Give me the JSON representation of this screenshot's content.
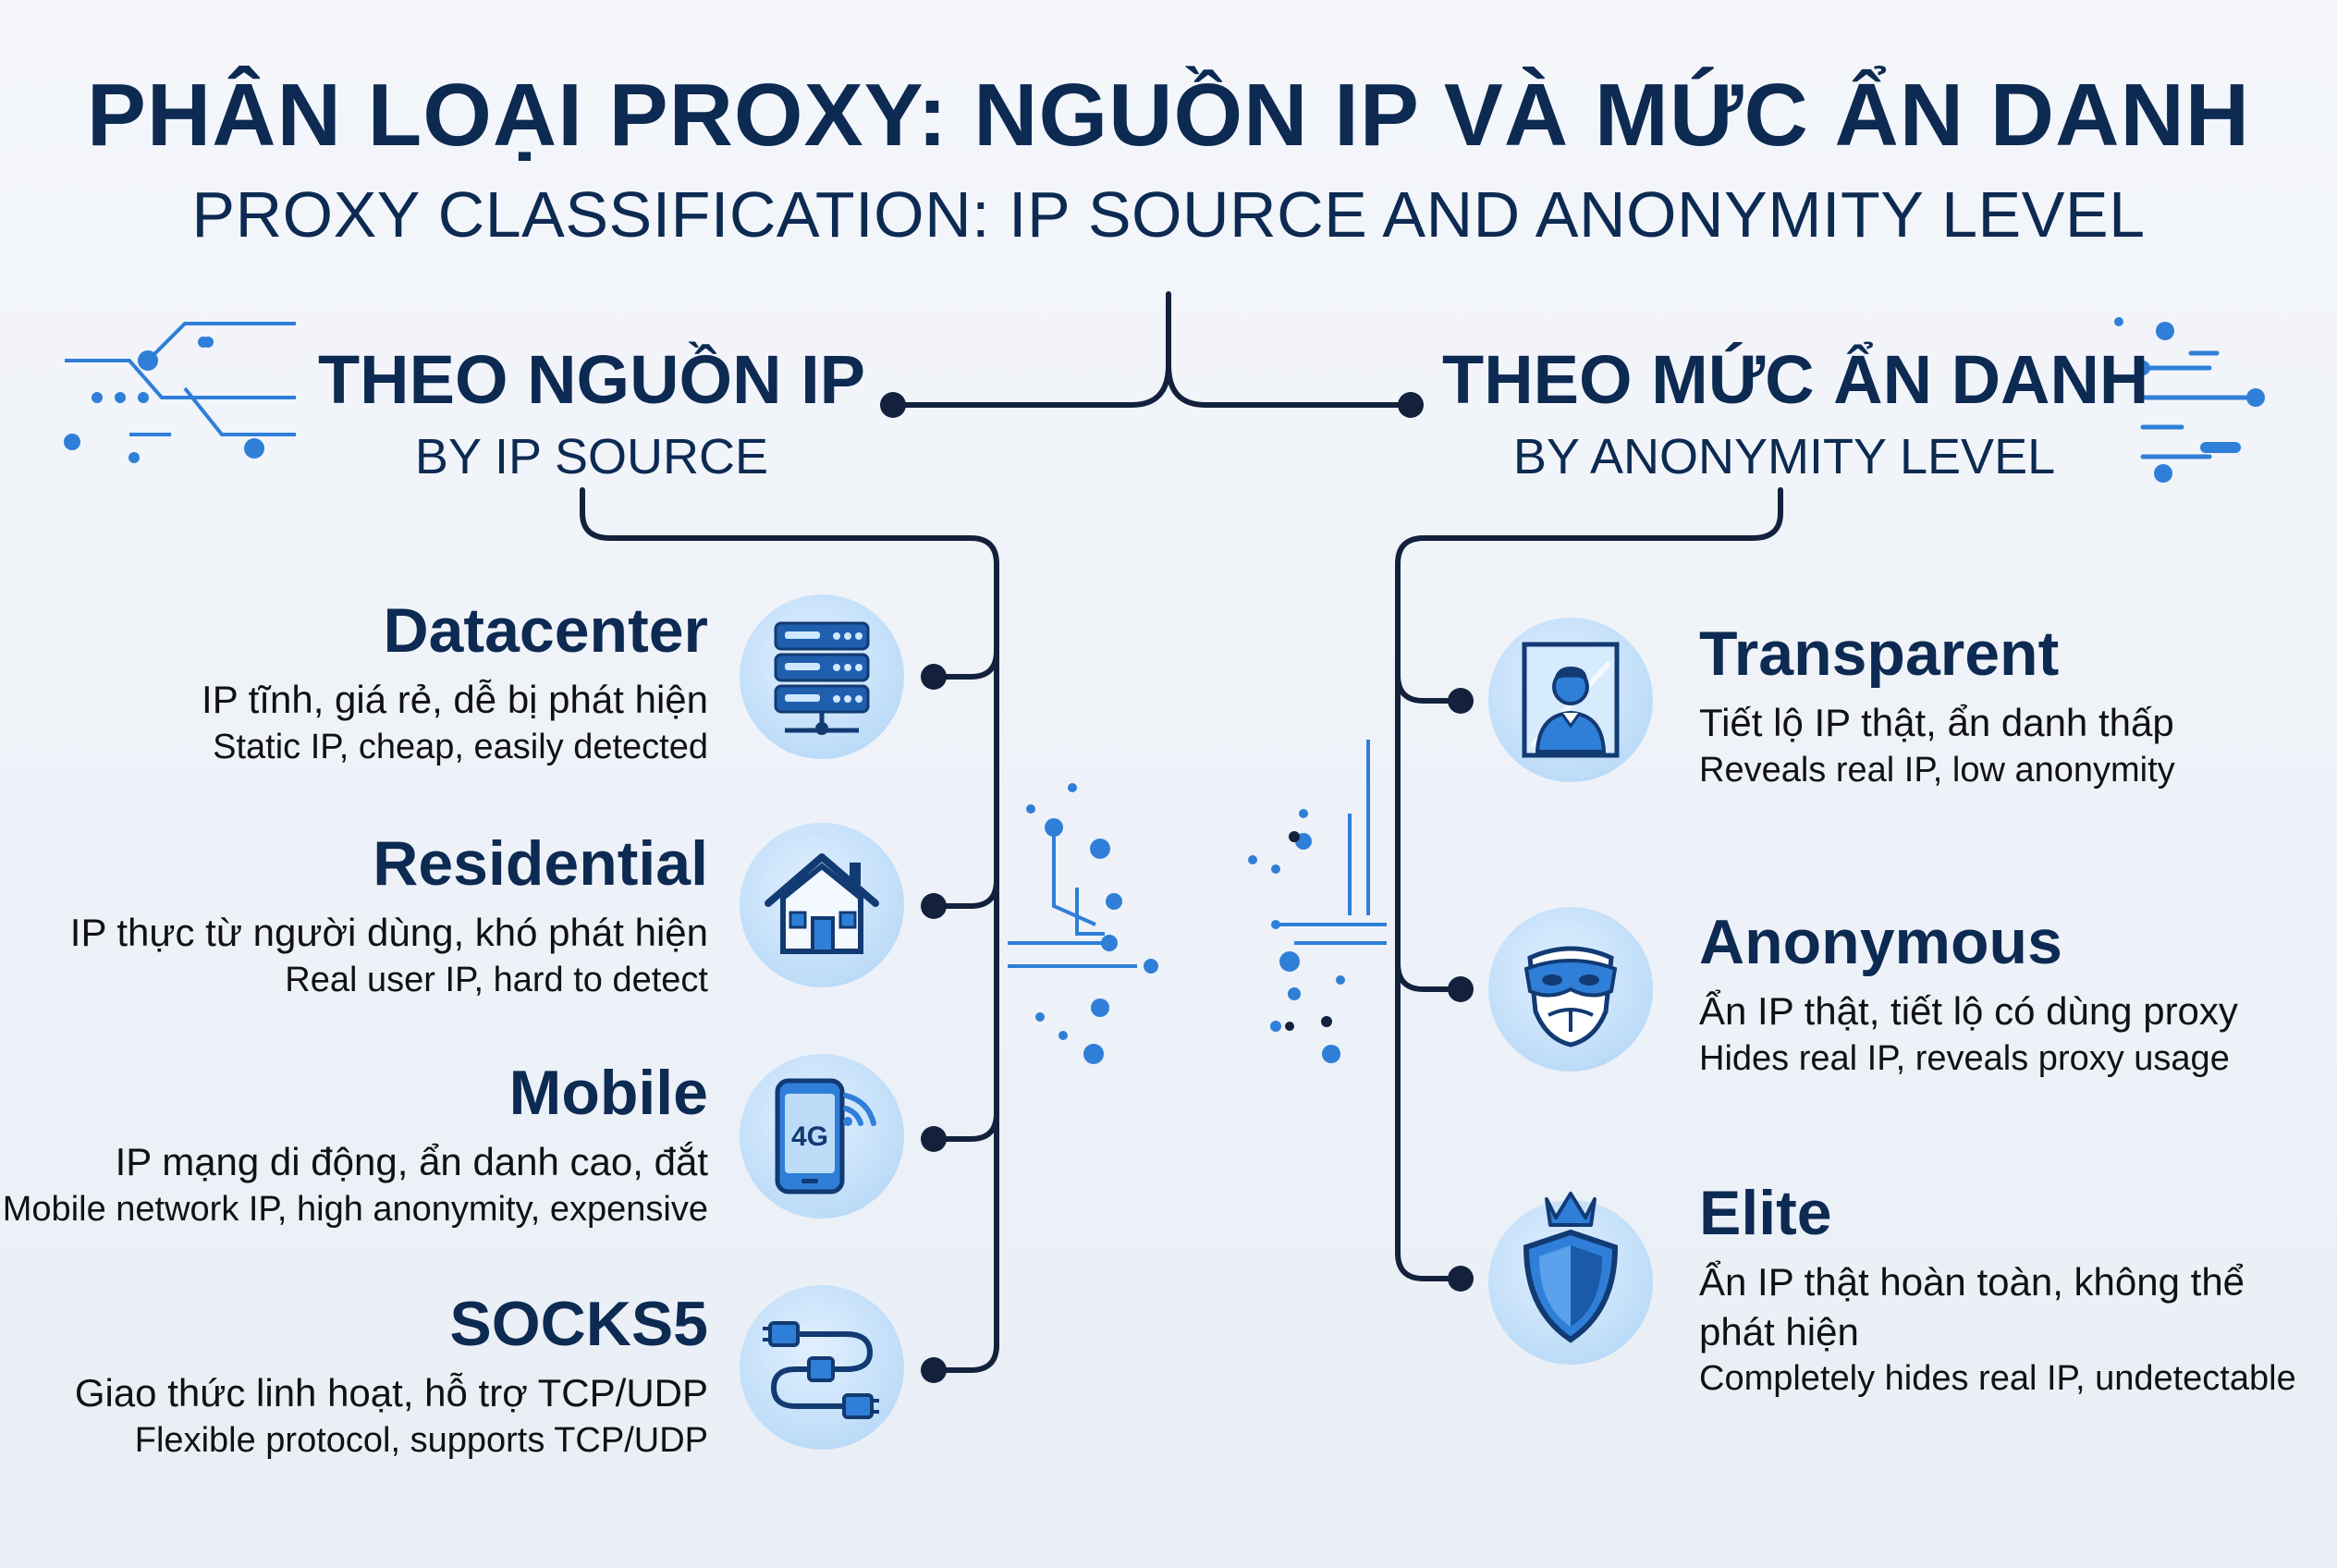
{
  "title": {
    "vietnamese": "PHÂN LOẠI PROXY: NGUỒN IP VÀ MỨC ẨN DANH",
    "english": "PROXY CLASSIFICATION: IP SOURCE AND ANONYMITY LEVEL"
  },
  "left_branch": {
    "title_vi": "THEO NGUỒN IP",
    "title_en": "BY IP SOURCE",
    "items": [
      {
        "name": "Datacenter",
        "vi": "IP tĩnh, giá rẻ, dễ bị phát hiện",
        "en": "Static IP, cheap, easily detected",
        "icon": "server-icon"
      },
      {
        "name": "Residential",
        "vi": "IP thực từ người dùng, khó phát hiện",
        "en": "Real user IP, hard to detect",
        "icon": "house-icon"
      },
      {
        "name": "Mobile",
        "vi": "IP mạng di động, ẩn danh cao, đắt",
        "en": "Mobile network IP, high anonymity, expensive",
        "icon": "phone-4g-icon",
        "icon_text": "4G"
      },
      {
        "name": "SOCKS5",
        "vi": "Giao thức linh hoạt, hỗ trợ TCP/UDP",
        "en": "Flexible protocol, supports TCP/UDP",
        "icon": "cable-plug-icon"
      }
    ]
  },
  "right_branch": {
    "title_vi": "THEO MỨC ẨN DANH",
    "title_en": "BY ANONYMITY LEVEL",
    "items": [
      {
        "name": "Transparent",
        "vi": "Tiết lộ IP thật, ẩn danh thấp",
        "en": "Reveals real IP, low anonymity",
        "icon": "person-glass-icon"
      },
      {
        "name": "Anonymous",
        "vi": "Ẩn IP thật, tiết lộ có dùng proxy",
        "en": "Hides real IP, reveals proxy usage",
        "icon": "mask-icon"
      },
      {
        "name": "Elite",
        "vi": "Ẩn IP thật hoàn toàn, không thể phát hiện",
        "en": "Completely hides real IP, undetectable",
        "icon": "crown-shield-icon"
      }
    ]
  },
  "colors": {
    "navy": "#0c2a52",
    "line": "#14213d",
    "accent_blue": "#2f7fd8",
    "light_blue": "#bddcf8"
  }
}
